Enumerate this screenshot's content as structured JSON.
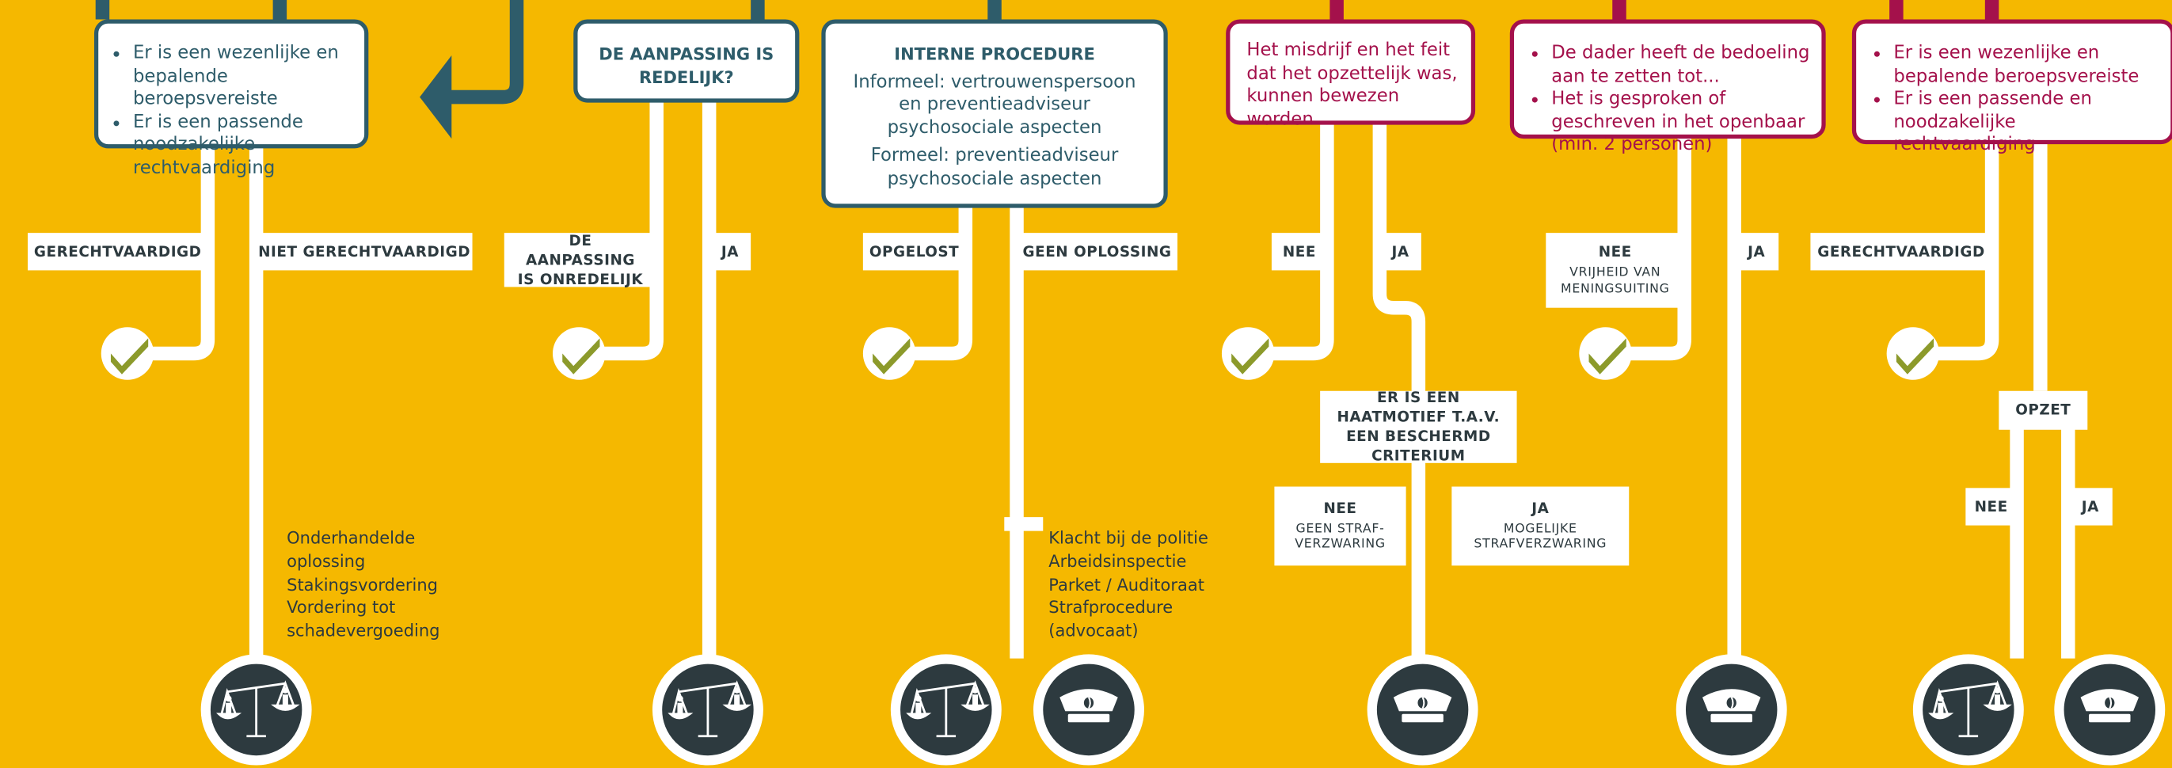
{
  "colors": {
    "background": "#F5B800",
    "teal": "#2E5C6A",
    "crimson": "#A4114B",
    "dark": "#2D3A3F",
    "check": "#8C9A2B"
  },
  "col1": {
    "box_items": [
      "Er is een wezenlijke en bepalende beroepsvereiste",
      "Er is een passende nood­zakelijke rechtvaardiging"
    ],
    "label_left": "GERECHTVAARDIGD",
    "label_right": "NIET GERECHTVAARDIGD",
    "note": [
      "Onderhandelde",
      "oplossing",
      "Stakingsvordering",
      "Vordering tot",
      "schadevergoeding"
    ],
    "icon": "scales-icon"
  },
  "col2": {
    "box_title": "DE AANPASSING IS REDELIJK?",
    "label_left": "DE AANPASSING IS ONREDELIJK",
    "label_right": "JA",
    "icon": "scales-icon"
  },
  "col3": {
    "box_title": "INTERNE PROCEDURE",
    "box_para1": "Informeel: vertrouwenspersoon en preventieadviseur psychosociale aspecten",
    "box_para2": "Formeel: preventieadviseur psychosociale aspecten",
    "label_left": "OPGELOST",
    "label_right": "GEEN OPLOSSING",
    "note": [
      "Klacht bij de politie",
      "Arbeidsinspectie",
      "Parket / Auditoraat",
      "Strafprocedure",
      "(advocaat)"
    ],
    "icons": [
      "scales-icon",
      "police-cap-icon"
    ]
  },
  "col4": {
    "box_text": "Het misdrijf en het feit dat het opzettelijk was, kunnen bewezen worden",
    "label_left": "NEE",
    "label_right": "JA",
    "motive": "ER IS EEN HAATMOTIEF T.A.V. EEN BESCHERMD CRITERIUM",
    "nee": {
      "title": "NEE",
      "sub": "GEEN STRAF-VERZWARING"
    },
    "ja": {
      "title": "JA",
      "sub": "MOGELIJKE STRAFVERZWARING"
    },
    "icon": "police-cap-icon"
  },
  "col5": {
    "box_items": [
      "De dader heeft de bedoeling aan te zetten tot...",
      "Het is gesproken of geschreven in het openbaar (min. 2 personen)"
    ],
    "label_left": {
      "title": "NEE",
      "sub": "VRIJHEID VAN MENINGSUITING"
    },
    "label_right": "JA",
    "icon": "police-cap-icon"
  },
  "col6": {
    "box_items": [
      "Er is een wezenlijke en bepalende beroepsvereiste",
      "Er is een passende en noodzakelijke rechtvaardiging"
    ],
    "label_left": "GERECHTVAARDIGD",
    "opzet": "OPZET",
    "label_nee": "NEE",
    "label_ja": "JA",
    "icons": [
      "scales-icon",
      "police-cap-icon"
    ]
  }
}
